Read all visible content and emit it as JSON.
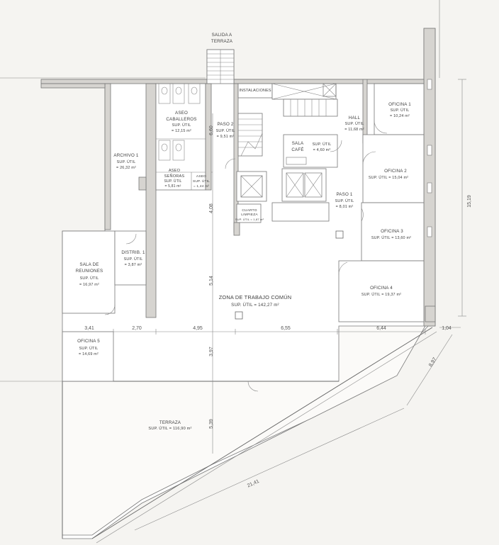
{
  "exit": {
    "line1": "SALIDA A",
    "line2": "TERRAZA"
  },
  "rooms": {
    "instalaciones": "INSTALACIONES",
    "oficina1": {
      "name": "OFICINA 1",
      "sup": "SUP. ÚTIL",
      "area": "= 10,24 m²"
    },
    "hall": {
      "name": "HALL",
      "sup": "SUP. ÚTIL",
      "area": "= 11,68 m²"
    },
    "aseo_cab": {
      "line1": "ASEO",
      "line2": "CABALLEROS",
      "sup": "SUP. ÚTIL",
      "area": "= 12,15 m²"
    },
    "paso2": {
      "name": "PASO 2",
      "sup": "SUP. ÚTIL",
      "area": "= 9,51 m²"
    },
    "sala_cafe": {
      "line1": "SALA",
      "line2": "CAFÉ",
      "sup": "SUP. ÚTIL",
      "area": "= 4,60 m²"
    },
    "archivo1": {
      "name": "ARCHIVO 1",
      "sup": "SUP. ÚTIL",
      "area": "= 26,32 m²"
    },
    "aseo_sen": {
      "line1": "ASEO",
      "line2": "SEÑORAS",
      "sup": "SUP. ÚTIL",
      "area": "= 5,81 m²"
    },
    "aseo_min": {
      "line1": "ASEO",
      "sup": "SUP. ÚTIL",
      "area": "= 1,44 m²"
    },
    "oficina2": {
      "name": "OFICINA 2",
      "sup_area": "SUP. ÚTIL = 15,04 m²"
    },
    "paso1": {
      "name": "PASO 1",
      "sup": "SUP. ÚTIL",
      "area": "= 8,01 m²"
    },
    "cuarto": {
      "line1": "CUARTO",
      "line2": "LIMPIEZA",
      "area": "SUP. ÚTIL = 1,87 m²"
    },
    "oficina3": {
      "name": "OFICINA 3",
      "sup_area": "SUP. ÚTIL = 13,60 m²"
    },
    "sala_reuniones": {
      "line1": "SALA DE",
      "line2": "REUNIONES",
      "sup": "SUP. ÚTIL",
      "area": "= 16,97 m²"
    },
    "distrib1": {
      "name": "DISTRIB. 1",
      "sup": "SUP. ÚTIL",
      "area": "= 3,87 m²"
    },
    "oficina4": {
      "name": "OFICINA 4",
      "sup_area": "SUP. ÚTIL = 19,37 m²"
    },
    "zona": {
      "name": "ZONA DE TRABAJO COMÚN",
      "sup_area": "SUP. ÚTIL = 142,27 m²"
    },
    "oficina5": {
      "name": "OFICINA 5",
      "sup": "SUP. ÚTIL",
      "area": "= 14,69 m²"
    },
    "terraza": {
      "name": "TERRAZA",
      "sup_area": "SUP. ÚTIL = 116,90 m²"
    }
  },
  "dimensions": {
    "d_341": "3,41",
    "d_270": "2,70",
    "d_495": "4,95",
    "d_655": "6,55",
    "d_644": "6,44",
    "d_104": "1,04",
    "d_1519": "15,19",
    "d_897": "8,97",
    "d_2141": "21,41",
    "d_660": "6,60",
    "d_408": "4,08",
    "d_514": "5,14",
    "d_397": "3,97",
    "d_539": "5,39"
  },
  "colors": {
    "background": "#f5f4f1",
    "floor": "#ffffff",
    "wall": "#d6d4d0",
    "line": "#666666",
    "text": "#3e3e3e"
  }
}
